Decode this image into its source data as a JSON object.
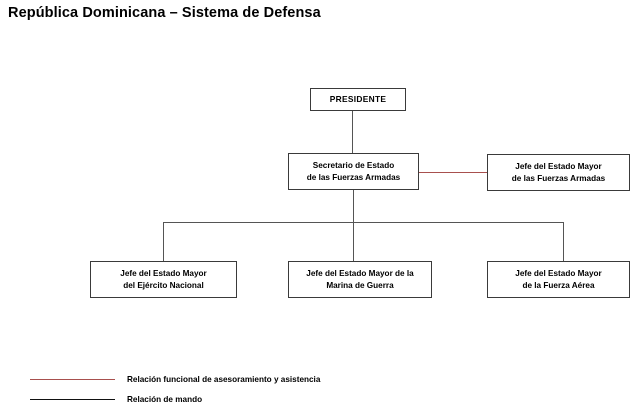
{
  "title": "República Dominicana – Sistema de Defensa",
  "colors": {
    "advisory_line": "#a8504e",
    "command_line": "#555555",
    "box_border": "#3a3a3a",
    "text": "#000000",
    "background": "#ffffff"
  },
  "chart_data": {
    "type": "diagram",
    "diagram_kind": "organizational-chart",
    "title": "República Dominicana – Sistema de Defensa",
    "nodes": [
      {
        "id": "presidente",
        "label": "PRESIDENTE",
        "level": 1
      },
      {
        "id": "secretario",
        "label": "Secretario de Estado\nde las Fuerzas Armadas",
        "level": 2
      },
      {
        "id": "jefe_ffaa",
        "label": "Jefe del Estado Mayor\nde las Fuerzas Armadas",
        "level": 2
      },
      {
        "id": "ejercito",
        "label": "Jefe del Estado Mayor\ndel Ejército Nacional",
        "level": 3
      },
      {
        "id": "marina",
        "label": "Jefe del Estado Mayor de la\nMarina de Guerra",
        "level": 3
      },
      {
        "id": "aerea",
        "label": "Jefe del Estado Mayor\nde la Fuerza Aérea",
        "level": 3
      }
    ],
    "edges": [
      {
        "from": "presidente",
        "to": "secretario",
        "relation": "mando"
      },
      {
        "from": "secretario",
        "to": "ejercito",
        "relation": "mando"
      },
      {
        "from": "secretario",
        "to": "marina",
        "relation": "mando"
      },
      {
        "from": "secretario",
        "to": "aerea",
        "relation": "mando"
      },
      {
        "from": "secretario",
        "to": "jefe_ffaa",
        "relation": "funcional"
      }
    ]
  },
  "nodes": {
    "presidente": {
      "label": "PRESIDENTE"
    },
    "secretario": {
      "label": "Secretario de Estado\nde las Fuerzas Armadas"
    },
    "jefe_ffaa": {
      "label": "Jefe del Estado Mayor\nde las Fuerzas Armadas"
    },
    "ejercito": {
      "label": "Jefe del Estado Mayor\ndel Ejército Nacional"
    },
    "marina": {
      "label": "Jefe del Estado Mayor de la\nMarina de Guerra"
    },
    "aerea": {
      "label": "Jefe del Estado Mayor\nde la Fuerza Aérea"
    }
  },
  "legend": {
    "items": [
      {
        "style": "red",
        "label": "Relación funcional de asesoramiento y asistencia"
      },
      {
        "style": "black",
        "label": "Relación de mando"
      }
    ]
  }
}
